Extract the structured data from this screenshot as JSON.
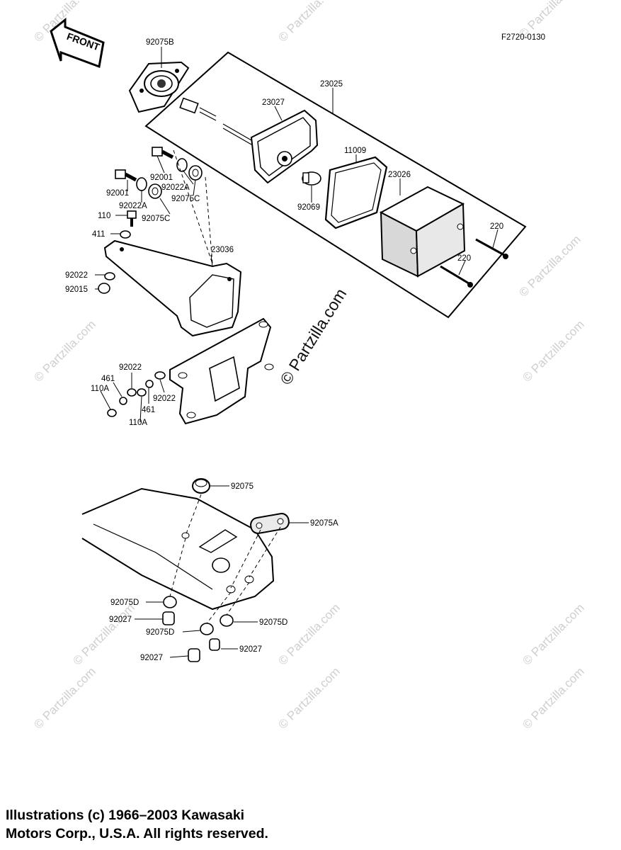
{
  "diagram_code": "F2720-0130",
  "front_label": "FRONT",
  "watermark_text": "© Partzilla.com",
  "part_labels": {
    "p92075B": "92075B",
    "p23025": "23025",
    "p23027": "23027",
    "p11009": "11009",
    "p23026": "23026",
    "p92069": "92069",
    "p220a": "220",
    "p220b": "220",
    "p92001a": "92001",
    "p92001b": "92001",
    "p92022Aa": "92022A",
    "p92022Ab": "92022A",
    "p92075Ca": "92075C",
    "p92075Cb": "92075C",
    "p110": "110",
    "p411": "411",
    "p23036": "23036",
    "p92022a": "92022",
    "p92015": "92015",
    "p92022b": "92022",
    "p461a": "461",
    "p110Aa": "110A",
    "p461b": "461",
    "p110Ab": "110A",
    "p92022c": "92022",
    "p92075": "92075",
    "p92075A": "92075A",
    "p92075Da": "92075D",
    "p92027a": "92027",
    "p92075Db": "92075D",
    "p92075Dc": "92075D",
    "p92027b": "92027",
    "p92027c": "92027"
  },
  "copyright": {
    "line1": "Illustrations (c) 1966–2003 Kawasaki",
    "line2": "Motors Corp., U.S.A.  All rights reserved."
  }
}
